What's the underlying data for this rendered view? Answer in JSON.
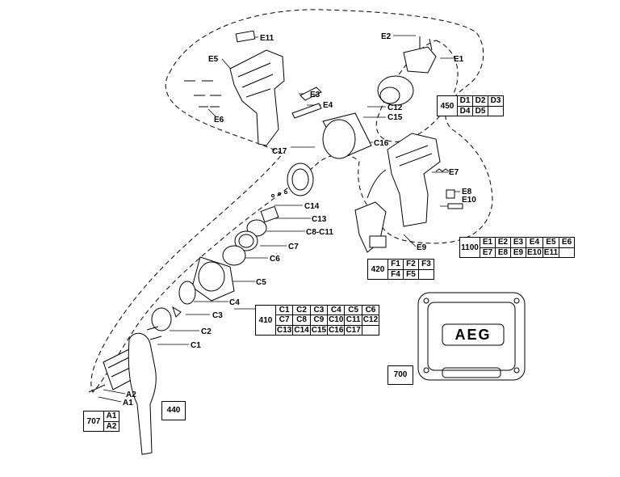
{
  "labels": {
    "E11": "E11",
    "E2": "E2",
    "E1": "E1",
    "E5": "E5",
    "E3": "E3",
    "E4": "E4",
    "E6": "E6",
    "C12": "C12",
    "C15": "C15",
    "C16": "C16",
    "C17": "C17",
    "C14": "C14",
    "C13": "C13",
    "C8C11": "C8-C11",
    "C7": "C7",
    "C6": "C6",
    "C5": "C5",
    "C4": "C4",
    "C3": "C3",
    "C2": "C2",
    "C1": "C1",
    "E7": "E7",
    "E8": "E8",
    "E10": "E10",
    "E9": "E9",
    "A2": "A2",
    "A1": "A1"
  },
  "tables": {
    "t450": {
      "key": "450",
      "rows": [
        [
          "D1",
          "D2",
          "D3"
        ],
        [
          "D4",
          "D5",
          ""
        ]
      ]
    },
    "t1100": {
      "key": "1100",
      "rows": [
        [
          "E1",
          "E2",
          "E3",
          "E4",
          "E5",
          "E6"
        ],
        [
          "E7",
          "E8",
          "E9",
          "E10",
          "E11",
          ""
        ]
      ]
    },
    "t420": {
      "key": "420",
      "rows": [
        [
          "F1",
          "F2",
          "F3"
        ],
        [
          "F4",
          "F5",
          ""
        ]
      ]
    },
    "t410": {
      "key": "410",
      "rows": [
        [
          "C1",
          "C2",
          "C3",
          "C4",
          "C5",
          "C6"
        ],
        [
          "C7",
          "C8",
          "C9",
          "C10",
          "C11",
          "C12"
        ],
        [
          "C13",
          "C14",
          "C15",
          "C16",
          "C17",
          ""
        ]
      ]
    },
    "t707": {
      "key": "707",
      "rows": [
        [
          "A1"
        ],
        [
          "A2"
        ]
      ]
    }
  },
  "boxes": {
    "b700": "700",
    "b440": "440"
  },
  "case_logo": "AEG"
}
